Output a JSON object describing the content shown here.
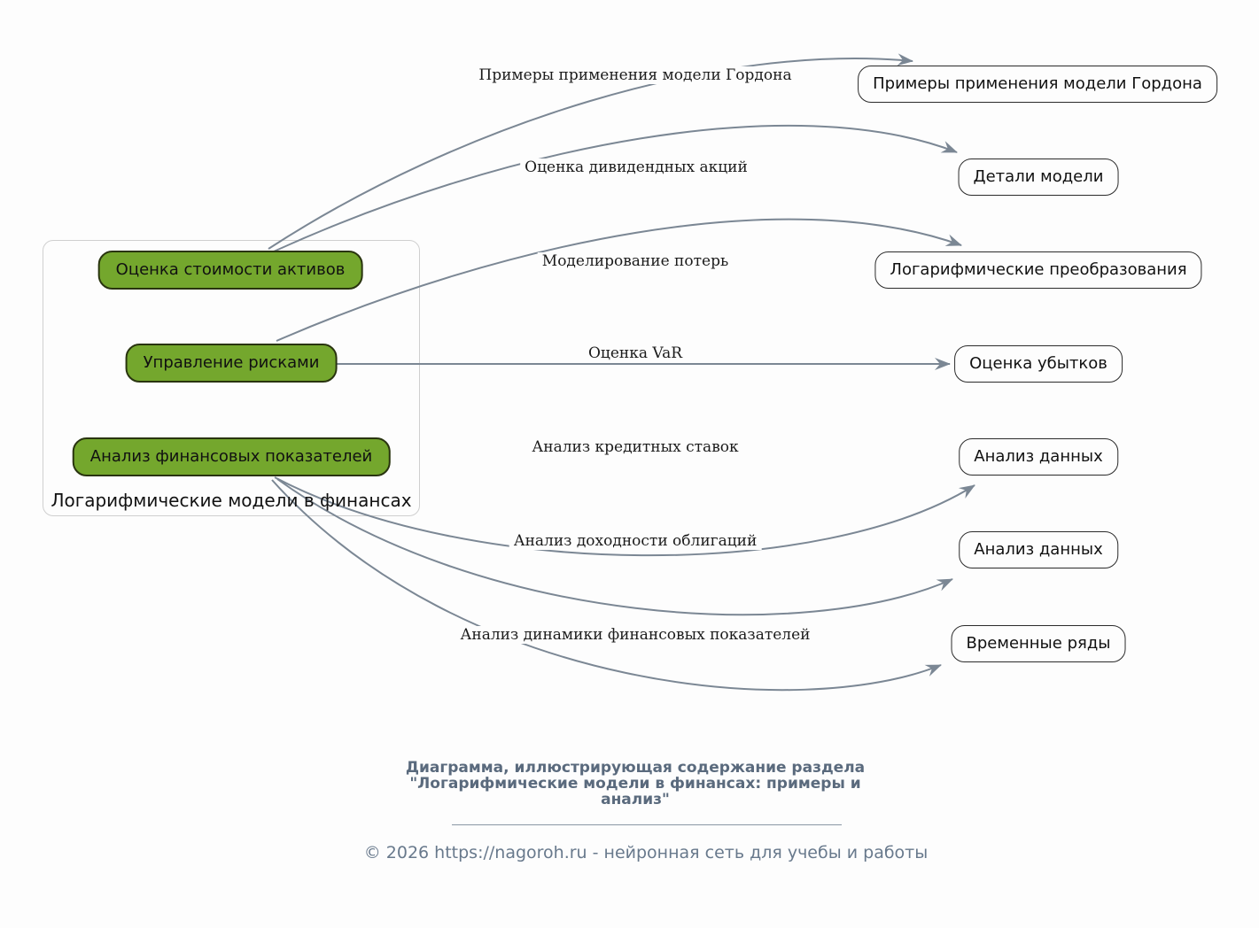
{
  "colors": {
    "background": "#fdfdfd",
    "green_node_fill": "#74a72d",
    "green_node_border": "#29340f",
    "plain_node_border": "#2b2b2b",
    "edge": "#7b8794",
    "cluster_border": "#cfcfcf",
    "footer_text": "#5a6a7d",
    "copyright_text": "#68798c"
  },
  "cluster": {
    "label": "Логарифмические модели в финансах",
    "nodes": [
      {
        "label": "Оценка стоимости активов"
      },
      {
        "label": "Управление рисками"
      },
      {
        "label": "Анализ финансовых показателей"
      }
    ]
  },
  "targets": [
    {
      "label": "Примеры применения модели Гордона"
    },
    {
      "label": "Детали модели"
    },
    {
      "label": "Логарифмические преобразования"
    },
    {
      "label": "Оценка убытков"
    },
    {
      "label": "Анализ данных"
    },
    {
      "label": "Анализ данных"
    },
    {
      "label": "Временные ряды"
    }
  ],
  "edges": [
    {
      "from": "Оценка стоимости активов",
      "label": "Примеры применения модели Гордона",
      "to": "Примеры применения модели Гордона"
    },
    {
      "from": "Оценка стоимости активов",
      "label": "Оценка дивидендных акций",
      "to": "Детали модели"
    },
    {
      "from": "Управление рисками",
      "label": "Моделирование потерь",
      "to": "Логарифмические преобразования"
    },
    {
      "from": "Управление рисками",
      "label": "Оценка VaR",
      "to": "Оценка убытков"
    },
    {
      "from": "Анализ финансовых показателей",
      "label": "Анализ кредитных ставок",
      "to": "Анализ данных"
    },
    {
      "from": "Анализ финансовых показателей",
      "label": "Анализ доходности облигаций",
      "to": "Анализ данных"
    },
    {
      "from": "Анализ финансовых показателей",
      "label": "Анализ динамики финансовых показателей",
      "to": "Временные ряды"
    }
  ],
  "footer": {
    "caption_lines": [
      "Диаграмма, иллюстрирующая содержание раздела",
      "\"Логарифмические модели в финансах: примеры и",
      "анализ\""
    ],
    "copyright": "© 2026 https://nagoroh.ru - нейронная сеть для учебы и работы"
  }
}
